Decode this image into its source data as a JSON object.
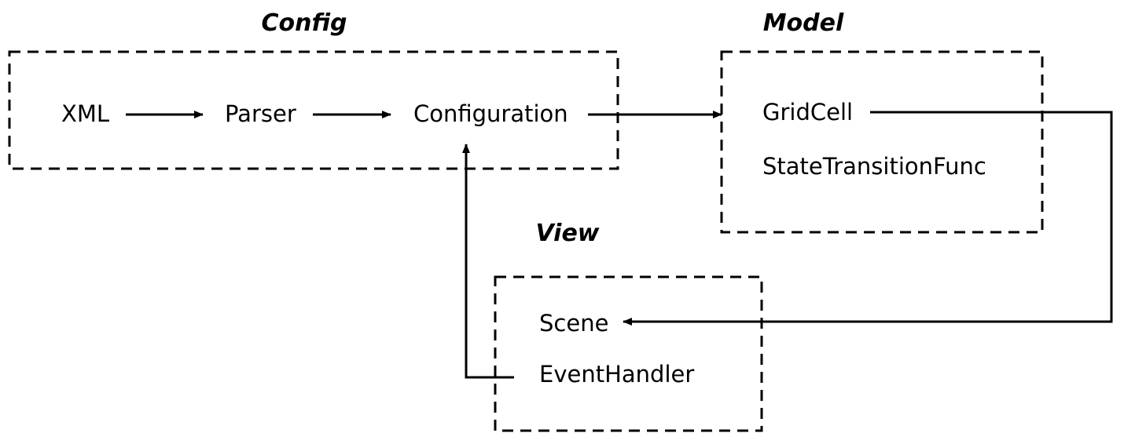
{
  "groups": {
    "config": {
      "title": "Config",
      "nodes": {
        "xml": "XML",
        "parser": "Parser",
        "configuration": "Configuration"
      }
    },
    "model": {
      "title": "Model",
      "nodes": {
        "gridcell": "GridCell",
        "state_transition_func": "StateTransitionFunc"
      }
    },
    "view": {
      "title": "View",
      "nodes": {
        "scene": "Scene",
        "event_handler": "EventHandler"
      }
    }
  },
  "edges": [
    {
      "from": "XML",
      "to": "Parser"
    },
    {
      "from": "Parser",
      "to": "Configuration"
    },
    {
      "from": "Configuration",
      "to": "GridCell"
    },
    {
      "from": "GridCell",
      "to": "Scene"
    },
    {
      "from": "EventHandler",
      "to": "Configuration"
    }
  ],
  "colors": {
    "stroke": "#000000",
    "background": "#ffffff"
  }
}
